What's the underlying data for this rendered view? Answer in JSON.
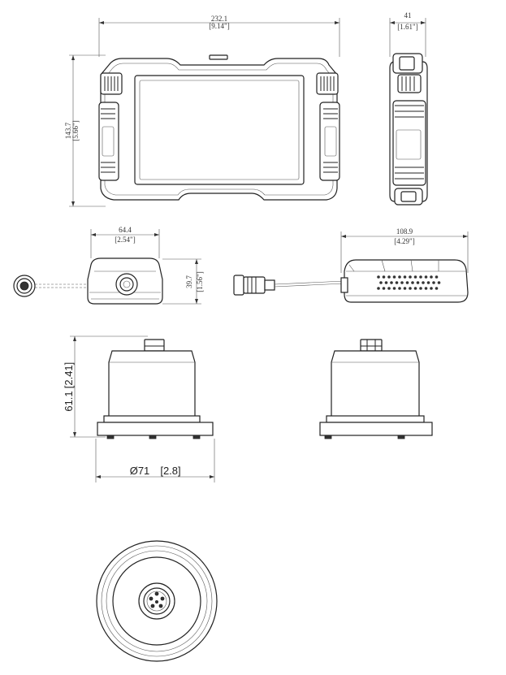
{
  "views": {
    "monitor_front": {
      "width_label": "232.1",
      "width_label_in": "[9.14\"]",
      "height_label": "143.7",
      "height_label_in": "[5.66\"]"
    },
    "monitor_side": {
      "depth_label": "41",
      "depth_label_in": "[1.61\"]"
    },
    "sensor_side": {
      "width_label": "64.4",
      "width_label_in": "[2.54\"]",
      "height_label": "39.7",
      "height_label_in": "[1.56\"]"
    },
    "speaker_side": {
      "width_label": "108.9",
      "width_label_in": "[4.29\"]"
    },
    "puck_front": {
      "height_label": "61.1",
      "height_label_in": "[2.41]",
      "diameter_label": "Ø71",
      "diameter_label_in": "[2.8]"
    }
  }
}
